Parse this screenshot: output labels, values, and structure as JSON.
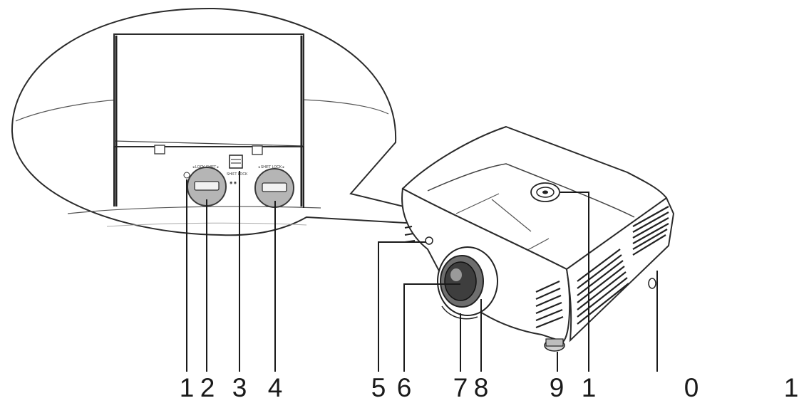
{
  "callouts": [
    {
      "number": "1"
    },
    {
      "number": "2"
    },
    {
      "number": "3"
    },
    {
      "number": "4"
    },
    {
      "number": "5"
    },
    {
      "number": "6"
    },
    {
      "number": "7"
    },
    {
      "number": "8"
    },
    {
      "number": "9"
    },
    {
      "number": "1"
    },
    {
      "number": "0"
    },
    {
      "number": "1"
    }
  ]
}
